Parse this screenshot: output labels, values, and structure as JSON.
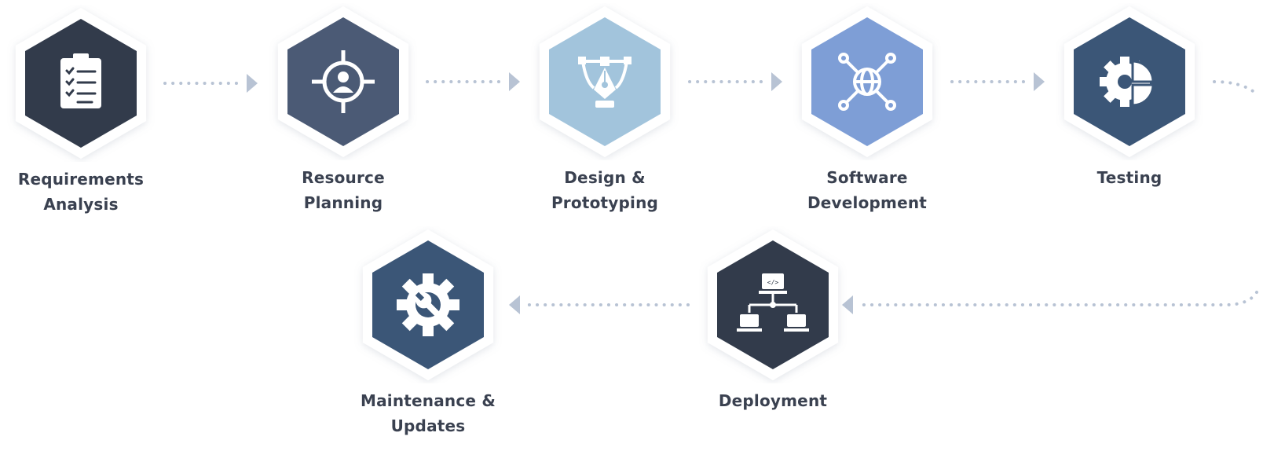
{
  "colors": {
    "dark_navy": "#323b4b",
    "slate": "#4b5a75",
    "light_blue": "#a2c4dc",
    "periwinkle": "#7e9ed6",
    "steel_blue": "#3b5677",
    "connector": "#b8c3d4",
    "label": "#3a4150"
  },
  "steps": [
    {
      "id": "requirements-analysis",
      "lines": [
        "Requirements",
        "Analysis"
      ],
      "color": "dark_navy",
      "icon": "clipboard-checklist-icon"
    },
    {
      "id": "resource-planning",
      "lines": [
        "Resource Planning"
      ],
      "color": "slate",
      "icon": "target-person-icon"
    },
    {
      "id": "design-prototyping",
      "lines": [
        "Design &",
        "Prototyping"
      ],
      "color": "light_blue",
      "icon": "pen-tool-icon"
    },
    {
      "id": "software-development",
      "lines": [
        "Software",
        "Development"
      ],
      "color": "periwinkle",
      "icon": "globe-network-icon"
    },
    {
      "id": "testing",
      "lines": [
        "Testing"
      ],
      "color": "steel_blue",
      "icon": "gear-pie-icon"
    },
    {
      "id": "deployment",
      "lines": [
        "Deployment"
      ],
      "color": "dark_navy",
      "icon": "network-deploy-icon"
    },
    {
      "id": "maintenance-updates",
      "lines": [
        "Maintenance &",
        "Updates"
      ],
      "color": "steel_blue",
      "icon": "gear-wrench-icon"
    }
  ]
}
